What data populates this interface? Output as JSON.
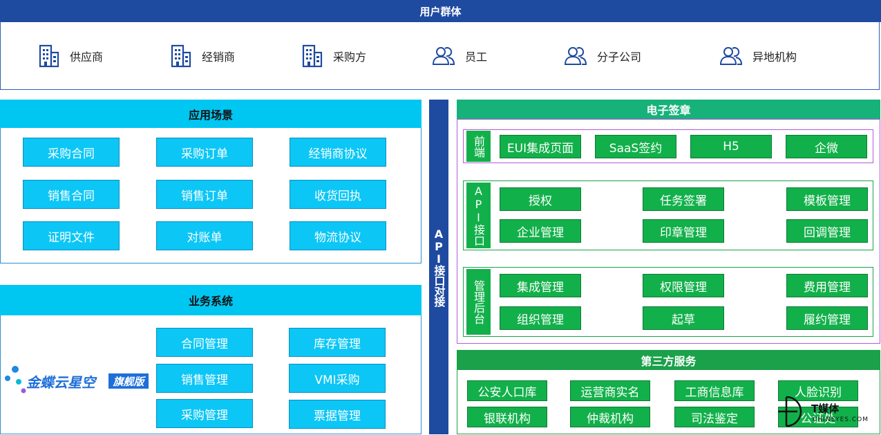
{
  "header": {
    "title": "用户群体"
  },
  "users": [
    {
      "label": "供应商",
      "icon": "building-icon"
    },
    {
      "label": "经销商",
      "icon": "building-icon"
    },
    {
      "label": "采购方",
      "icon": "building-icon"
    },
    {
      "label": "员工",
      "icon": "people-icon"
    },
    {
      "label": "分子公司",
      "icon": "people-icon"
    },
    {
      "label": "异地机构",
      "icon": "people-icon"
    }
  ],
  "scenes": {
    "title": "应用场景",
    "items": [
      "采购合同",
      "采购订单",
      "经销商协议",
      "销售合同",
      "销售订单",
      "收货回执",
      "证明文件",
      "对账单",
      "物流协议"
    ]
  },
  "biz": {
    "title": "业务系统",
    "logo_text": "金蝶云星空",
    "logo_badge": "旗舰版",
    "items": [
      "合同管理",
      "库存管理",
      "销售管理",
      "VMI采购",
      "采购管理",
      "票据管理"
    ]
  },
  "api": {
    "label": "API接口对接"
  },
  "esign": {
    "title": "电子签章",
    "frontend": {
      "label": "前端",
      "items": [
        "EUI集成页面",
        "SaaS签约",
        "H5",
        "企微"
      ]
    },
    "apiif": {
      "label": "API接口",
      "items": [
        "授权",
        "任务签署",
        "模板管理",
        "企业管理",
        "印章管理",
        "回调管理"
      ]
    },
    "admin": {
      "label": "管理后台",
      "items": [
        "集成管理",
        "权限管理",
        "费用管理",
        "组织管理",
        "起草",
        "履约管理"
      ]
    }
  },
  "third": {
    "title": "第三方服务",
    "items": [
      "公安人口库",
      "运营商实名",
      "工商信息库",
      "人脸识别",
      "银联机构",
      "仲裁机构",
      "司法鉴定",
      "公证处"
    ]
  },
  "watermark": {
    "brand": "T媒体",
    "site": "CHINEYES.COM"
  },
  "colors": {
    "navy": "#1e4aa0",
    "cyan": "#0cc6f6",
    "green": "#12b04a",
    "teal": "#16b27a",
    "purple": "#b15ad8"
  }
}
